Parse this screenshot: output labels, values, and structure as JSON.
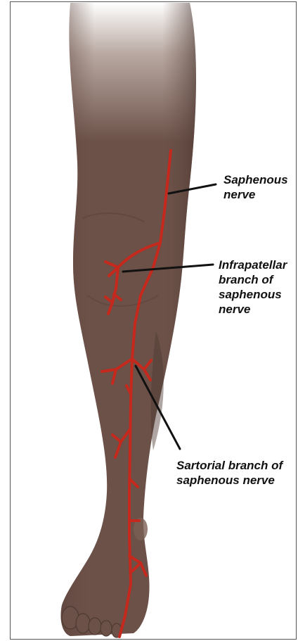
{
  "labels": {
    "saphenous": [
      "Saphenous",
      "nerve"
    ],
    "infrapatellar": [
      "Infrapatellar",
      "branch of",
      "saphenous",
      "nerve"
    ],
    "sartorial": [
      "Sartorial branch of",
      "saphenous nerve"
    ]
  },
  "colors": {
    "skin": "#6b5148",
    "skin_shadow": "#4e3a33",
    "skin_highlight": "#8a6e64",
    "nerve": "#c5281c",
    "leader": "#111111"
  }
}
